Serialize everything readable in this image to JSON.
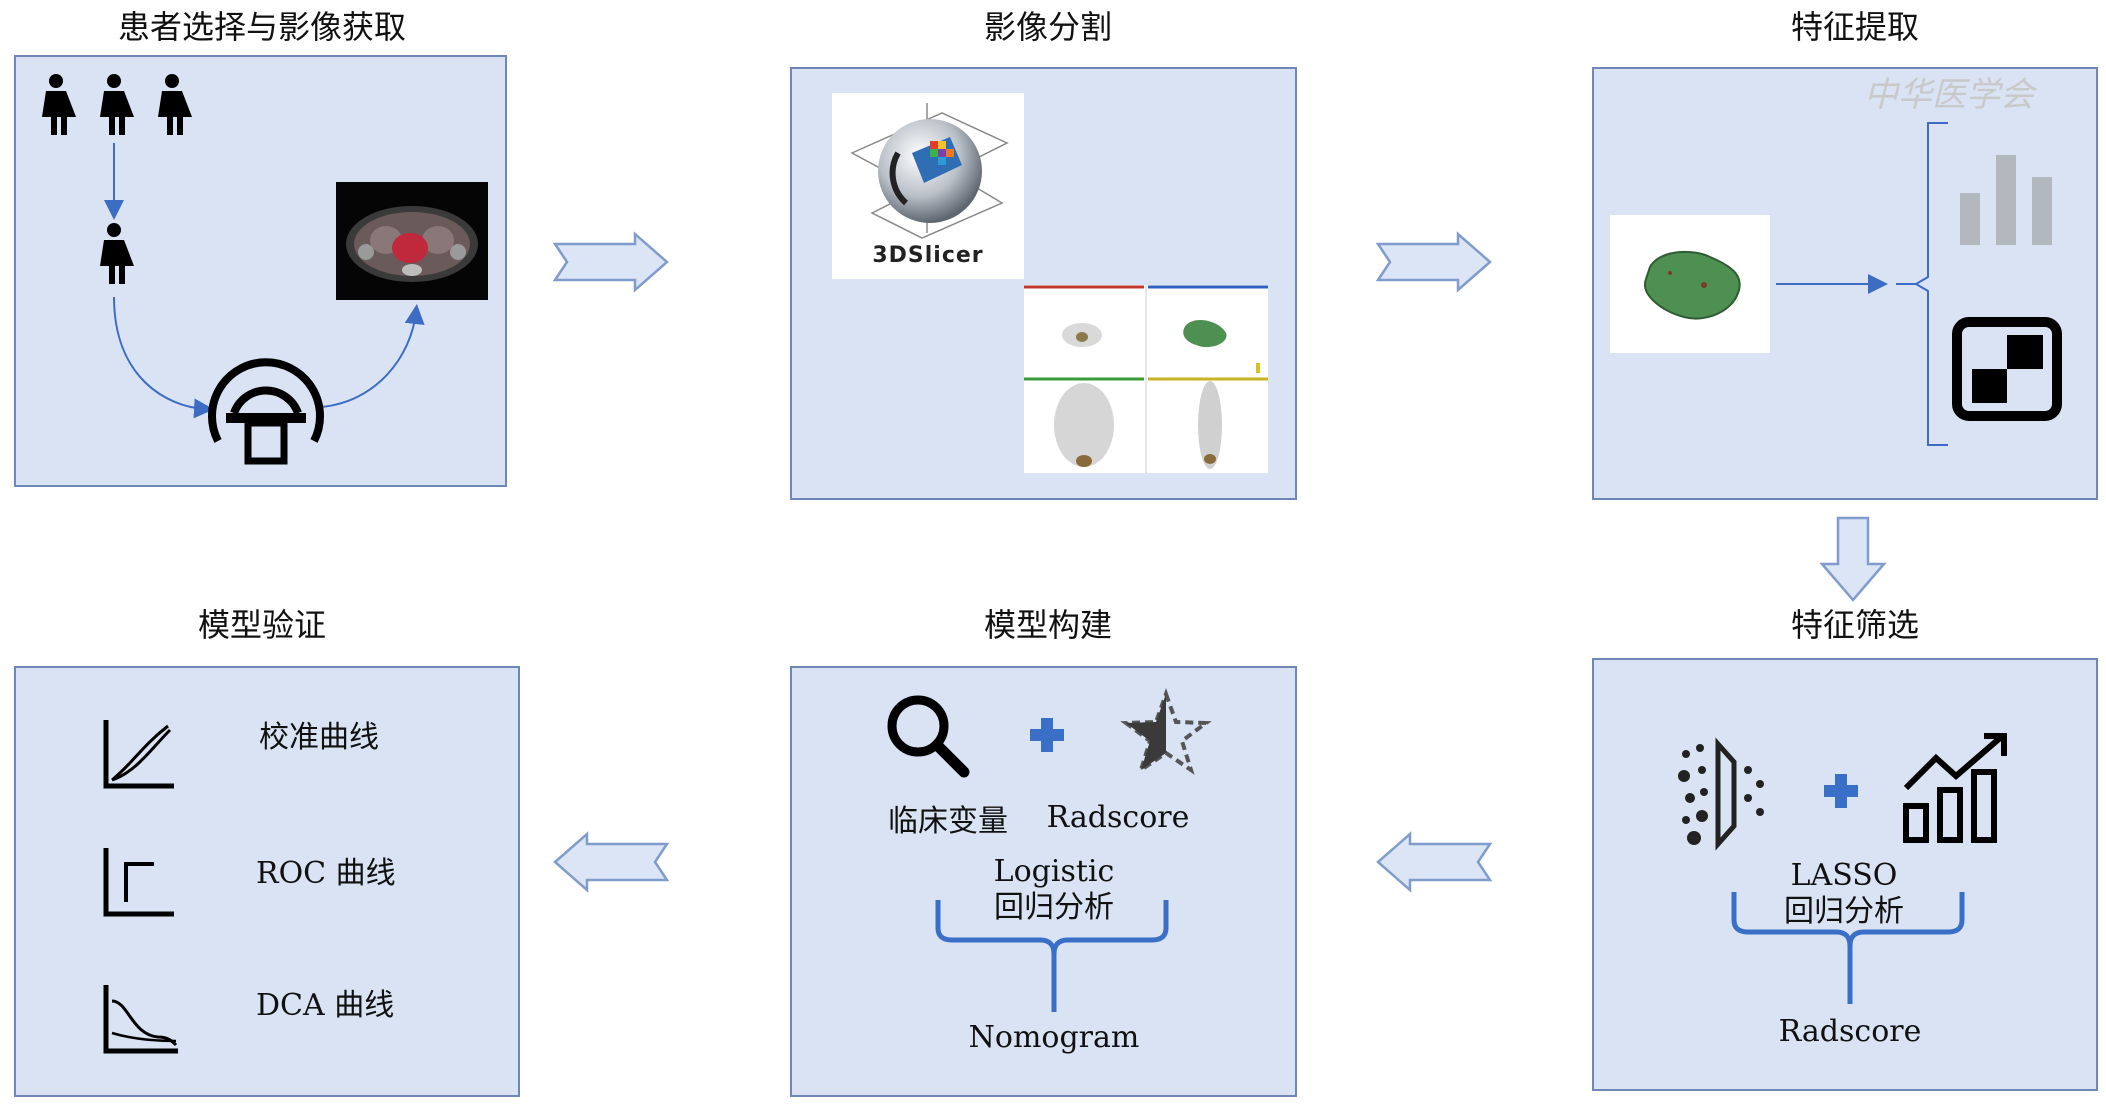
{
  "panels": {
    "acquisition": {
      "title": "患者选择与影像获取"
    },
    "segmentation": {
      "title": "影像分割",
      "slicer_logo_text": "3DSlicer"
    },
    "extraction": {
      "title": "特征提取",
      "watermark": "中华医学会"
    },
    "selection": {
      "title": "特征筛选",
      "method": "LASSO",
      "method_sub": "回归分析",
      "output": "Radscore"
    },
    "construction": {
      "title": "模型构建",
      "input_clinical": "临床变量",
      "input_radscore": "Radscore",
      "method": "Logistic",
      "method_sub": "回归分析",
      "output": "Nomogram"
    },
    "validation": {
      "title": "模型验证",
      "items": [
        "校准曲线",
        "ROC 曲线",
        "DCA 曲线"
      ]
    }
  },
  "colors": {
    "panel_fill": "#d9e3f3",
    "panel_border": "#6e87b6",
    "arrow_fill": "#dbe5f5",
    "arrow_stroke": "#7f9ccc",
    "flow_line": "#3d6cc4",
    "brace": "#3a6fc8",
    "plus": "#3a6fc8",
    "mask_green": "#4e8f52"
  },
  "icons": {
    "patients": "female-person-icon",
    "scanner": "ct-scanner-icon",
    "search": "magnifier-icon",
    "star": "half-star-icon",
    "funnel": "feature-filter-icon",
    "growth": "bar-growth-icon",
    "calibration": "calibration-curve-icon",
    "roc": "roc-curve-icon",
    "dca": "dca-curve-icon"
  }
}
